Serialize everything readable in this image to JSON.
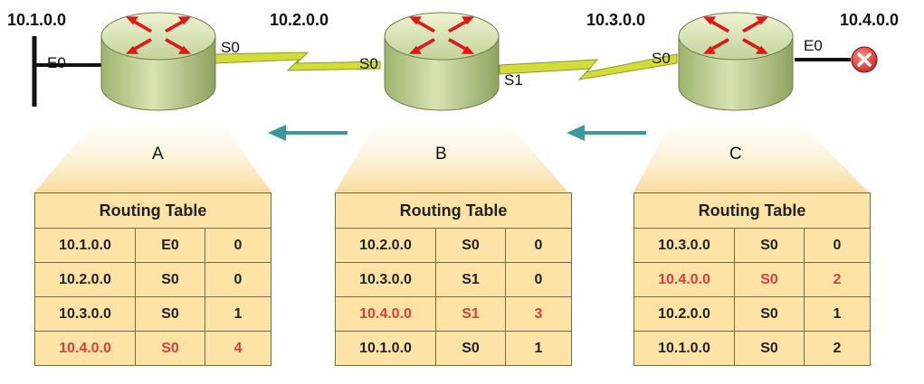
{
  "networks": [
    {
      "id": "n1",
      "label": "10.1.0.0"
    },
    {
      "id": "n2",
      "label": "10.2.0.0"
    },
    {
      "id": "n3",
      "label": "10.3.0.0"
    },
    {
      "id": "n4",
      "label": "10.4.0.0"
    }
  ],
  "routers": [
    {
      "id": "A",
      "label": "A",
      "interfaces": [
        "E0",
        "S0"
      ]
    },
    {
      "id": "B",
      "label": "B",
      "interfaces": [
        "S0",
        "S1"
      ]
    },
    {
      "id": "C",
      "label": "C",
      "interfaces": [
        "S0",
        "E0"
      ]
    }
  ],
  "status": {
    "failed_network": "10.4.0.0",
    "icon": "error-x-icon"
  },
  "colors": {
    "highlight": "#d6423a",
    "table_bg": "#fde3a6",
    "arrow": "#3a9a9a",
    "link": "#d4dc3a"
  },
  "tables": [
    {
      "router": "A",
      "title": "Routing Table",
      "rows": [
        {
          "net": "10.1.0.0",
          "iface": "E0",
          "hops": "0",
          "highlight": false
        },
        {
          "net": "10.2.0.0",
          "iface": "S0",
          "hops": "0",
          "highlight": false
        },
        {
          "net": "10.3.0.0",
          "iface": "S0",
          "hops": "1",
          "highlight": false
        },
        {
          "net": "10.4.0.0",
          "iface": "S0",
          "hops": "4",
          "highlight": true
        }
      ]
    },
    {
      "router": "B",
      "title": "Routing Table",
      "rows": [
        {
          "net": "10.2.0.0",
          "iface": "S0",
          "hops": "0",
          "highlight": false
        },
        {
          "net": "10.3.0.0",
          "iface": "S1",
          "hops": "0",
          "highlight": false
        },
        {
          "net": "10.4.0.0",
          "iface": "S1",
          "hops": "3",
          "highlight": true
        },
        {
          "net": "10.1.0.0",
          "iface": "S0",
          "hops": "1",
          "highlight": false
        }
      ]
    },
    {
      "router": "C",
      "title": "Routing Table",
      "rows": [
        {
          "net": "10.3.0.0",
          "iface": "S0",
          "hops": "0",
          "highlight": false
        },
        {
          "net": "10.4.0.0",
          "iface": "S0",
          "hops": "2",
          "highlight": true
        },
        {
          "net": "10.2.0.0",
          "iface": "S0",
          "hops": "1",
          "highlight": false
        },
        {
          "net": "10.1.0.0",
          "iface": "S0",
          "hops": "2",
          "highlight": false
        }
      ]
    }
  ]
}
